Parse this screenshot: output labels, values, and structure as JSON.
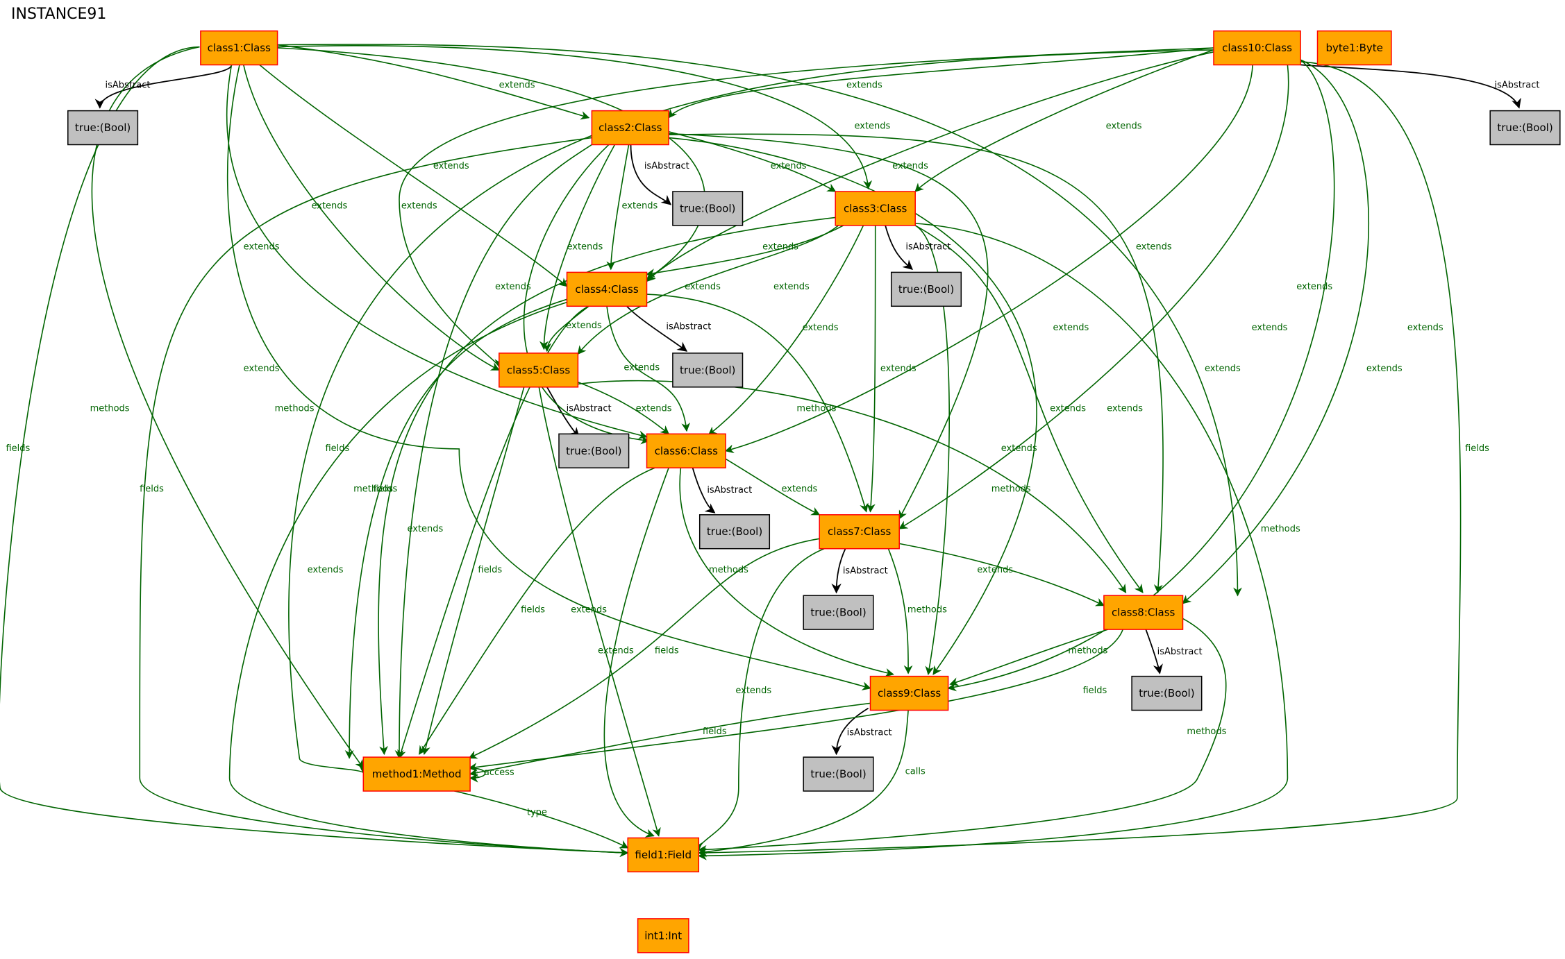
{
  "title": "INSTANCE91",
  "colors": {
    "object_fill": "#ffa500",
    "object_border": "#ff0000",
    "value_fill": "#c0c0c0",
    "value_border": "#000000",
    "edge_green": "#006400",
    "edge_black": "#000000"
  },
  "nodes": [
    {
      "id": "class1",
      "label": "class1:Class",
      "kind": "object"
    },
    {
      "id": "class10",
      "label": "class10:Class",
      "kind": "object"
    },
    {
      "id": "byte1",
      "label": "byte1:Byte",
      "kind": "object"
    },
    {
      "id": "b1",
      "label": "true:(Bool)",
      "kind": "value"
    },
    {
      "id": "b10",
      "label": "true:(Bool)",
      "kind": "value"
    },
    {
      "id": "class2",
      "label": "class2:Class",
      "kind": "object"
    },
    {
      "id": "b2",
      "label": "true:(Bool)",
      "kind": "value"
    },
    {
      "id": "class3",
      "label": "class3:Class",
      "kind": "object"
    },
    {
      "id": "b3",
      "label": "true:(Bool)",
      "kind": "value"
    },
    {
      "id": "class4",
      "label": "class4:Class",
      "kind": "object"
    },
    {
      "id": "b4",
      "label": "true:(Bool)",
      "kind": "value"
    },
    {
      "id": "class5",
      "label": "class5:Class",
      "kind": "object"
    },
    {
      "id": "b5",
      "label": "true:(Bool)",
      "kind": "value"
    },
    {
      "id": "class6",
      "label": "class6:Class",
      "kind": "object"
    },
    {
      "id": "b6",
      "label": "true:(Bool)",
      "kind": "value"
    },
    {
      "id": "class7",
      "label": "class7:Class",
      "kind": "object"
    },
    {
      "id": "b7",
      "label": "true:(Bool)",
      "kind": "value"
    },
    {
      "id": "class8",
      "label": "class8:Class",
      "kind": "object"
    },
    {
      "id": "b8",
      "label": "true:(Bool)",
      "kind": "value"
    },
    {
      "id": "class9",
      "label": "class9:Class",
      "kind": "object"
    },
    {
      "id": "b9",
      "label": "true:(Bool)",
      "kind": "value"
    },
    {
      "id": "method1",
      "label": "method1:Method",
      "kind": "object"
    },
    {
      "id": "field1",
      "label": "field1:Field",
      "kind": "object"
    },
    {
      "id": "int1",
      "label": "int1:Int",
      "kind": "object"
    }
  ],
  "edges": [
    {
      "from": "class1",
      "to": "b1",
      "label": "isAbstract"
    },
    {
      "from": "class10",
      "to": "b10",
      "label": "isAbstract"
    },
    {
      "from": "class2",
      "to": "b2",
      "label": "isAbstract"
    },
    {
      "from": "class3",
      "to": "b3",
      "label": "isAbstract"
    },
    {
      "from": "class4",
      "to": "b4",
      "label": "isAbstract"
    },
    {
      "from": "class5",
      "to": "b5",
      "label": "isAbstract"
    },
    {
      "from": "class6",
      "to": "b6",
      "label": "isAbstract"
    },
    {
      "from": "class7",
      "to": "b7",
      "label": "isAbstract"
    },
    {
      "from": "class8",
      "to": "b8",
      "label": "isAbstract"
    },
    {
      "from": "class9",
      "to": "b9",
      "label": "isAbstract"
    },
    {
      "from": "class1",
      "to": "class2",
      "label": "extends"
    },
    {
      "from": "class1",
      "to": "class3",
      "label": "extends"
    },
    {
      "from": "class1",
      "to": "class4",
      "label": "extends"
    },
    {
      "from": "class1",
      "to": "class5",
      "label": "extends"
    },
    {
      "from": "class1",
      "to": "class6",
      "label": "extends"
    },
    {
      "from": "class1",
      "to": "class8",
      "label": "extends"
    },
    {
      "from": "class1",
      "to": "class9",
      "label": "extends"
    },
    {
      "from": "class1",
      "to": "class4",
      "label": "extends"
    },
    {
      "from": "class1",
      "to": "method1",
      "label": "methods"
    },
    {
      "from": "class1",
      "to": "field1",
      "label": "fields"
    },
    {
      "from": "class10",
      "to": "class2",
      "label": "extends"
    },
    {
      "from": "class10",
      "to": "class3",
      "label": "extends"
    },
    {
      "from": "class10",
      "to": "class4",
      "label": "extends"
    },
    {
      "from": "class10",
      "to": "class5",
      "label": "extends"
    },
    {
      "from": "class10",
      "to": "class6",
      "label": "extends"
    },
    {
      "from": "class10",
      "to": "class7",
      "label": "extends"
    },
    {
      "from": "class10",
      "to": "class8",
      "label": "extends"
    },
    {
      "from": "class10",
      "to": "class9",
      "label": "extends"
    },
    {
      "from": "class10",
      "to": "method1",
      "label": "methods"
    },
    {
      "from": "class10",
      "to": "field1",
      "label": "fields"
    },
    {
      "from": "class2",
      "to": "class3",
      "label": "extends"
    },
    {
      "from": "class2",
      "to": "class4",
      "label": "extends"
    },
    {
      "from": "class2",
      "to": "class5",
      "label": "extends"
    },
    {
      "from": "class2",
      "to": "class6",
      "label": "extends"
    },
    {
      "from": "class2",
      "to": "class7",
      "label": "extends"
    },
    {
      "from": "class2",
      "to": "class8",
      "label": "extends"
    },
    {
      "from": "class2",
      "to": "class9",
      "label": "extends"
    },
    {
      "from": "class2",
      "to": "method1",
      "label": "methods"
    },
    {
      "from": "class2",
      "to": "field1",
      "label": "fields"
    },
    {
      "from": "class3",
      "to": "class4",
      "label": "extends"
    },
    {
      "from": "class3",
      "to": "class5",
      "label": "extends"
    },
    {
      "from": "class3",
      "to": "class6",
      "label": "extends"
    },
    {
      "from": "class3",
      "to": "class7",
      "label": "extends"
    },
    {
      "from": "class3",
      "to": "class8",
      "label": "extends"
    },
    {
      "from": "class3",
      "to": "class9",
      "label": "extends"
    },
    {
      "from": "class3",
      "to": "method1",
      "label": "methods"
    },
    {
      "from": "class3",
      "to": "field1",
      "label": "fields"
    },
    {
      "from": "class4",
      "to": "class5",
      "label": "extends"
    },
    {
      "from": "class4",
      "to": "class6",
      "label": "extends"
    },
    {
      "from": "class4",
      "to": "class7",
      "label": "extends"
    },
    {
      "from": "class4",
      "to": "method1",
      "label": "methods"
    },
    {
      "from": "class4",
      "to": "field1",
      "label": "fields"
    },
    {
      "from": "class5",
      "to": "class6",
      "label": "extends"
    },
    {
      "from": "class5",
      "to": "class8",
      "label": "extends"
    },
    {
      "from": "class5",
      "to": "method1",
      "label": "methods"
    },
    {
      "from": "class5",
      "to": "field1",
      "label": "fields"
    },
    {
      "from": "class6",
      "to": "class7",
      "label": "extends"
    },
    {
      "from": "class6",
      "to": "class9",
      "label": "extends"
    },
    {
      "from": "class6",
      "to": "method1",
      "label": "methods"
    },
    {
      "from": "class6",
      "to": "field1",
      "label": "fields"
    },
    {
      "from": "class7",
      "to": "class8",
      "label": "extends"
    },
    {
      "from": "class7",
      "to": "class9",
      "label": "extends"
    },
    {
      "from": "class7",
      "to": "method1",
      "label": "methods"
    },
    {
      "from": "class7",
      "to": "field1",
      "label": "fields"
    },
    {
      "from": "class8",
      "to": "class9",
      "label": "extends"
    },
    {
      "from": "class8",
      "to": "method1",
      "label": "methods"
    },
    {
      "from": "class8",
      "to": "field1",
      "label": "fields"
    },
    {
      "from": "class9",
      "to": "method1",
      "label": "methods"
    },
    {
      "from": "class9",
      "to": "field1",
      "label": "fields"
    },
    {
      "from": "method1",
      "to": "method1",
      "label": "calls"
    },
    {
      "from": "method1",
      "to": "field1",
      "label": "access"
    },
    {
      "from": "field1",
      "to": "int1",
      "label": "type"
    }
  ]
}
